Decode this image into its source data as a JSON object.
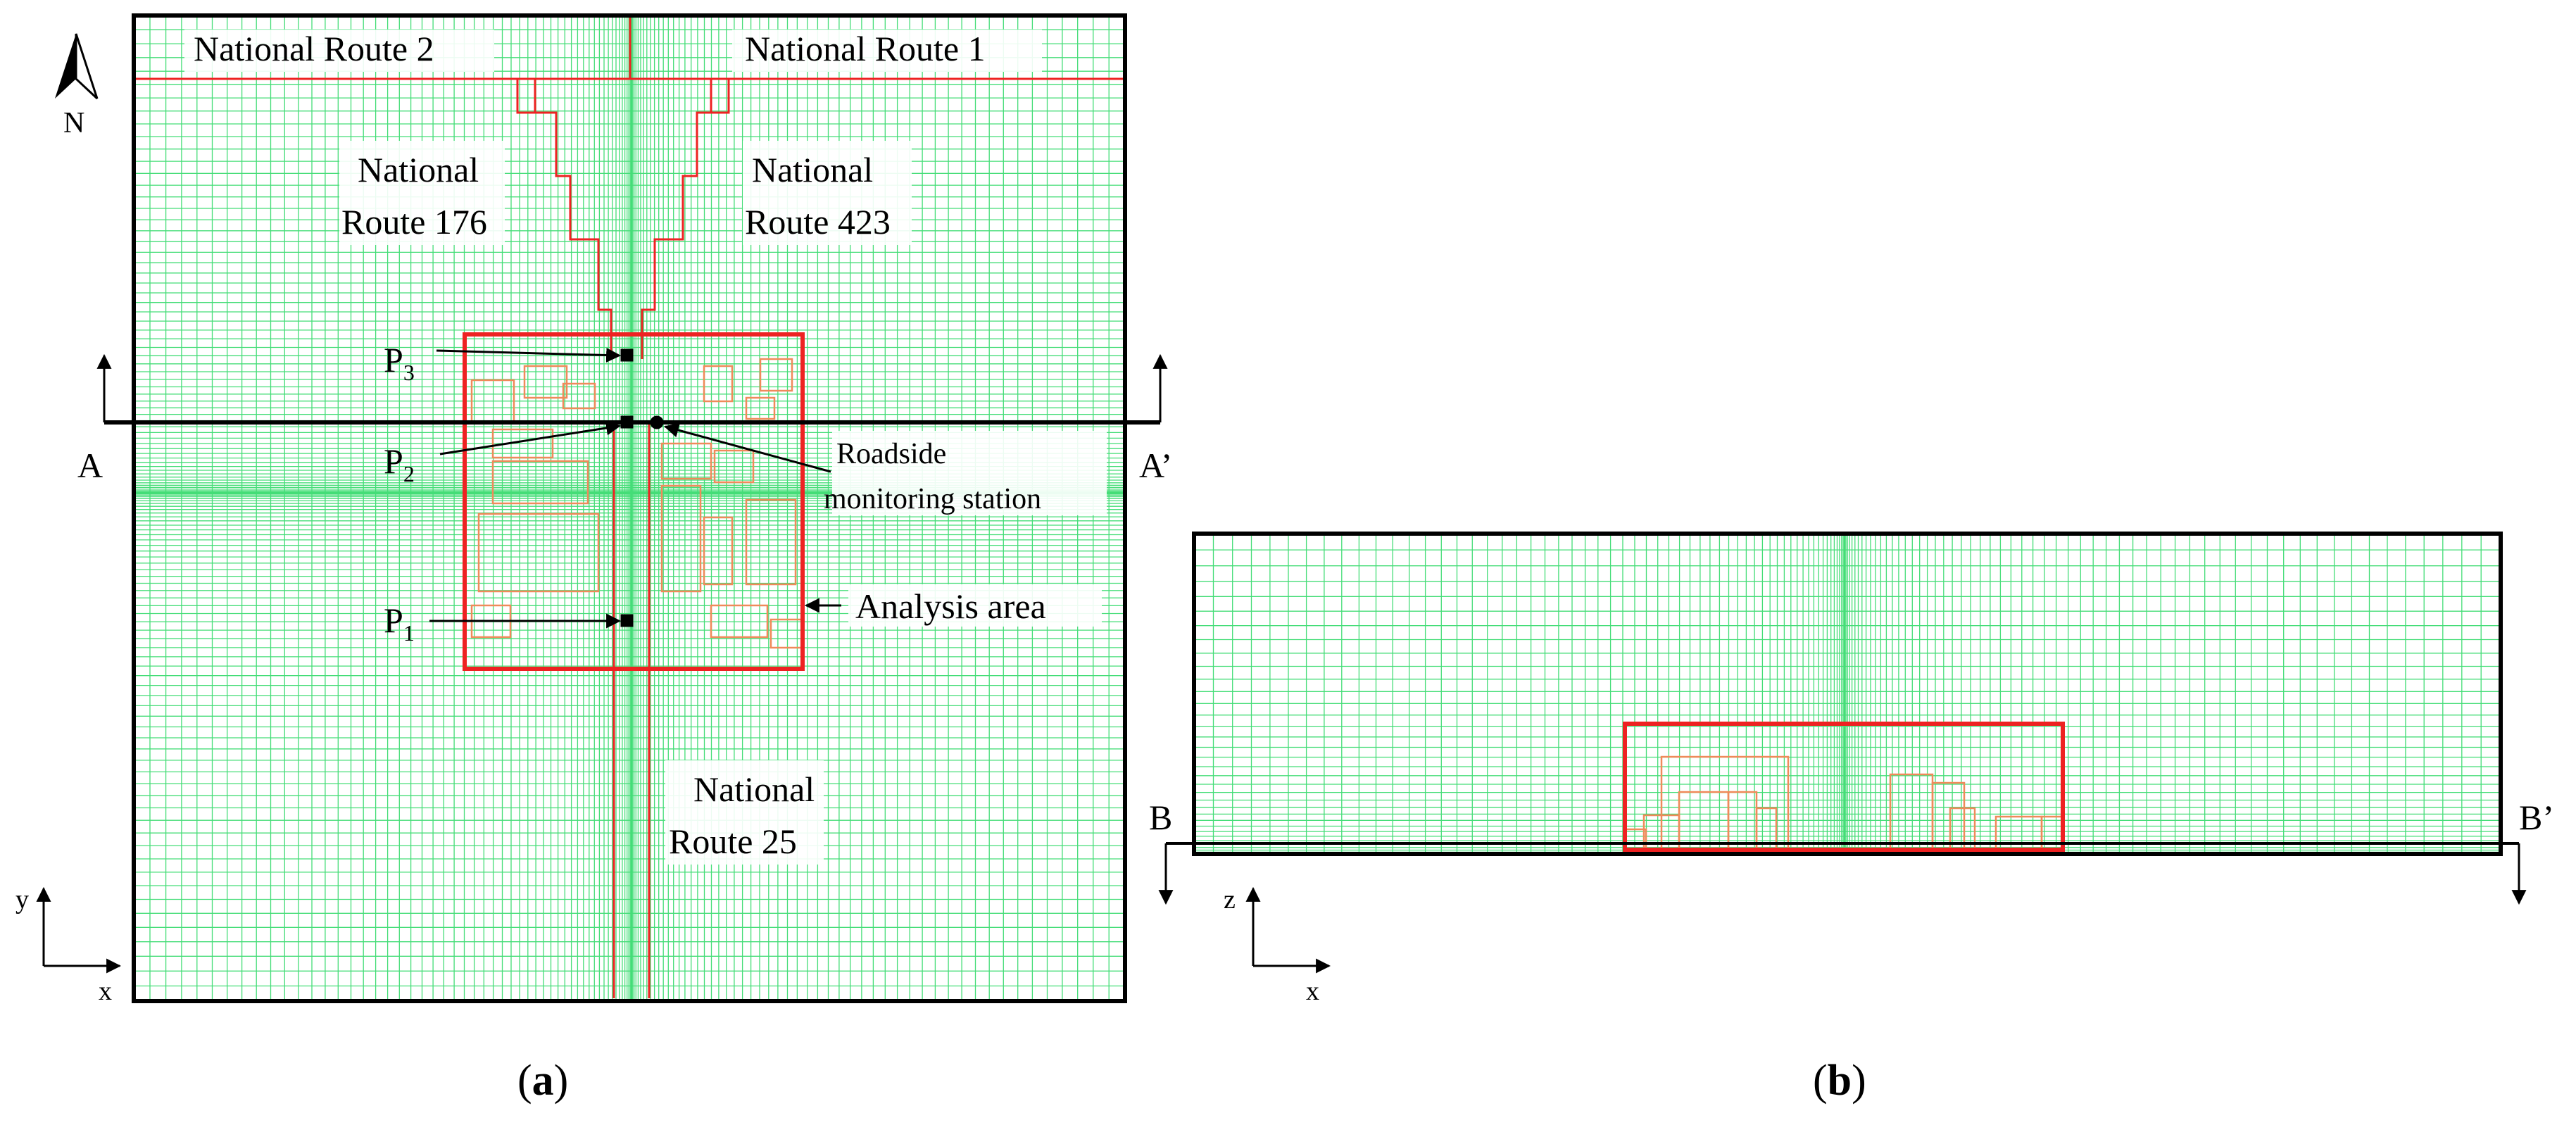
{
  "panel_a": {
    "routes": {
      "route_2": "National Route 2",
      "route_1": "National Route 1",
      "route_176_l1": "National",
      "route_176_l2": "Route 176",
      "route_423_l1": "National",
      "route_423_l2": "Route 423",
      "route_25_l1": "National",
      "route_25_l2": "Route 25"
    },
    "points": {
      "p3": {
        "letter": "P",
        "sub": "3"
      },
      "p2": {
        "letter": "P",
        "sub": "2"
      },
      "p1": {
        "letter": "P",
        "sub": "1"
      }
    },
    "station_l1": "Roadside",
    "station_l2": "monitoring station",
    "analysis_area": "Analysis area",
    "section_start": "A",
    "section_end": "A’",
    "north": "N",
    "axis_y": "y",
    "axis_x": "x",
    "caption_open": "(",
    "caption_letter": "a",
    "caption_close": ")"
  },
  "panel_b": {
    "section_start": "B",
    "section_end": "B’",
    "axis_z": "z",
    "axis_x": "x",
    "caption_open": "(",
    "caption_letter": "b",
    "caption_close": ")"
  },
  "colors": {
    "mesh": "#44dd77",
    "road": "#ee2222",
    "building": "#f08a5a",
    "frame": "#000000"
  }
}
